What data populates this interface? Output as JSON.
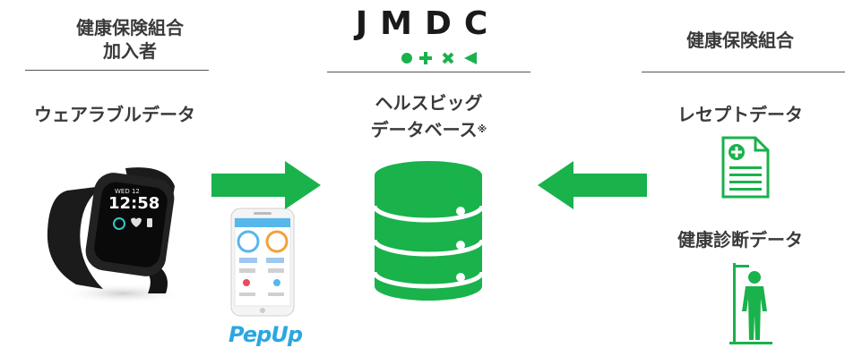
{
  "left": {
    "header_line1": "健康保険組合",
    "header_line2": "加入者",
    "data_label": "ウェアラブルデータ",
    "watch": {
      "date": "WED 12",
      "time": "12:58"
    },
    "app_logo": "PepUp"
  },
  "center": {
    "logo": "JMDC",
    "db_line1": "ヘルスビッグ",
    "db_line2": "データベース",
    "db_note_mark": "※"
  },
  "right": {
    "header": "健康保険組合",
    "receipt_label": "レセプトデータ",
    "checkup_label": "健康診断データ"
  },
  "colors": {
    "accent_green": "#19b24b",
    "text": "#3a3a3a",
    "logo_dark": "#1a1a1a"
  },
  "icons": [
    "smartwatch-icon",
    "smartphone-app-icon",
    "database-icon",
    "receipt-document-icon",
    "height-measure-person-icon",
    "arrow-right-icon",
    "arrow-left-icon"
  ]
}
